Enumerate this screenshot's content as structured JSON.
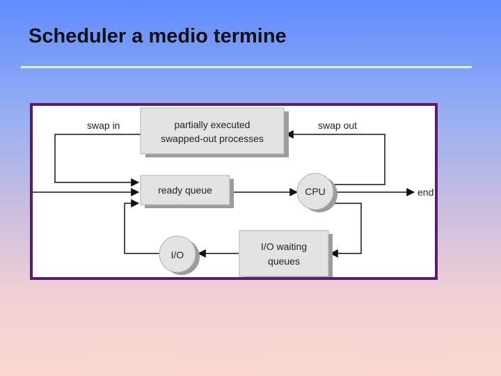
{
  "slide": {
    "title": "Scheduler a medio termine"
  },
  "diagram": {
    "labels": {
      "swap_in": "swap in",
      "swap_out": "swap out",
      "end": "end"
    },
    "nodes": {
      "swapped_out_line1": "partially executed",
      "swapped_out_line2": "swapped-out processes",
      "ready_queue": "ready queue",
      "cpu": "CPU",
      "io": "I/O",
      "io_waiting_line1": "I/O waiting",
      "io_waiting_line2": "queues"
    },
    "colors": {
      "border": "#5a1a6f",
      "box_fill": "#e3e3e3",
      "shadow": "#9c9c9c"
    }
  }
}
